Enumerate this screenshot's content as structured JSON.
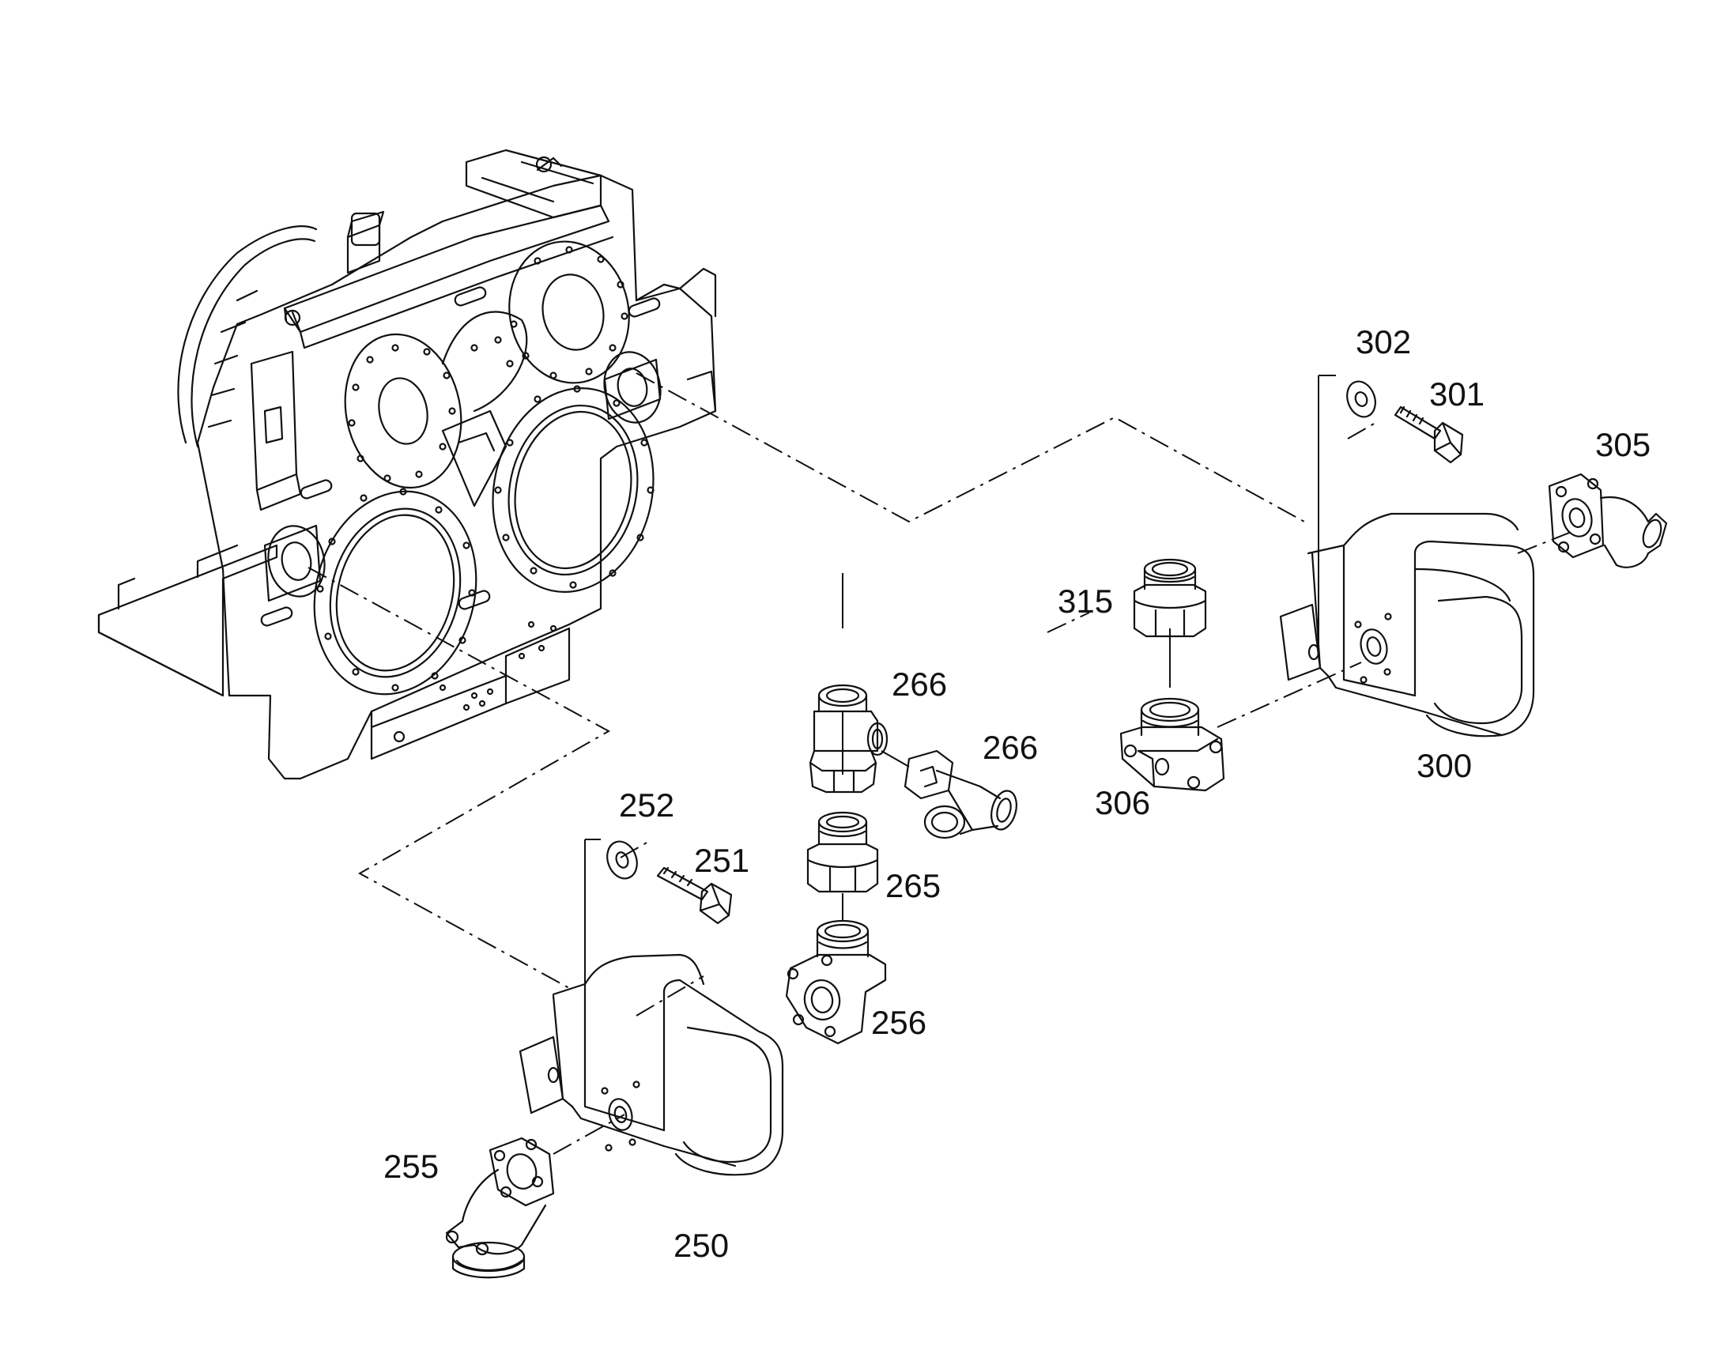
{
  "callouts": {
    "c300": "300",
    "c301": "301",
    "c302": "302",
    "c305": "305",
    "c306": "306",
    "c315": "315",
    "c266a": "266",
    "c266b": "266",
    "c265": "265",
    "c256": "256",
    "c255": "255",
    "c252": "252",
    "c251": "251",
    "c250": "250"
  },
  "colors": {
    "line": "#111111",
    "background": "#ffffff"
  }
}
